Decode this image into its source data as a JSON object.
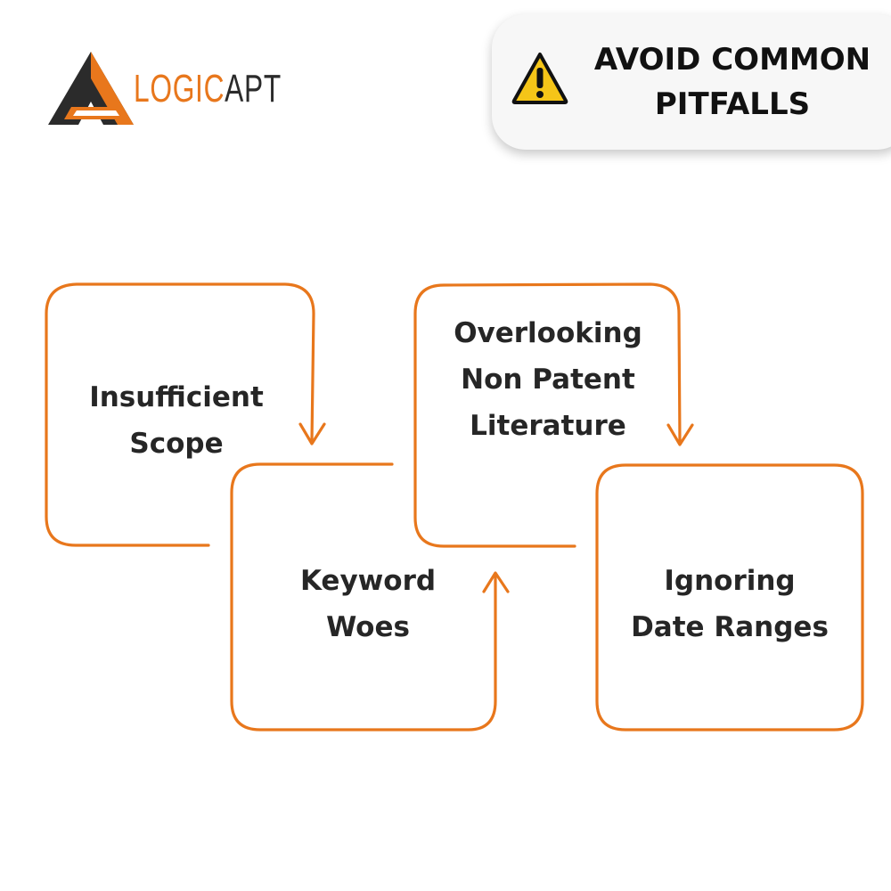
{
  "brand": {
    "name_part1": "LOGIC",
    "name_part2": "APT",
    "accent": "#e8771c",
    "dark": "#2b2b2b"
  },
  "banner": {
    "icon": "warning-icon",
    "line1": "AVOID COMMON",
    "line2": "PITFALLS"
  },
  "flow": {
    "stroke_color": "#e8771c",
    "steps": [
      {
        "line1": "Insufficient",
        "line2": "Scope"
      },
      {
        "line1": "Keyword",
        "line2": "Woes"
      },
      {
        "line1": "Overlooking",
        "line2": "Non Patent",
        "line3": "Literature"
      },
      {
        "line1": "Ignoring",
        "line2": "Date Ranges"
      }
    ]
  }
}
